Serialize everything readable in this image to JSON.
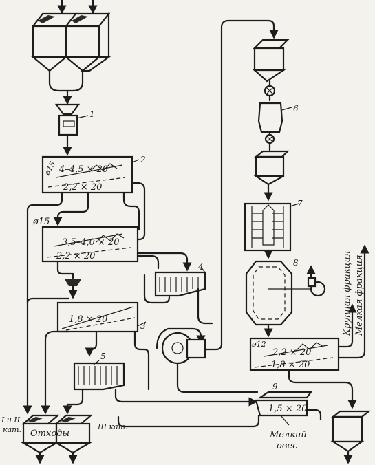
{
  "numbers": {
    "n1": "1",
    "n2": "2",
    "n3": "3",
    "n4": "4",
    "n5": "5",
    "n6": "6",
    "n7": "7",
    "n8": "8",
    "n9": "9"
  },
  "sieves": {
    "s2_diam": "ø15",
    "s2_top": "4–4,5 × 20",
    "s2_bottom": "2,2 × 20",
    "s_mid_diam": "ø15",
    "s_mid_top": "3,5–4,0 × 20",
    "s_mid_bottom": "2,2 × 20",
    "s3": "1,8 × 20",
    "s_right_diam": "ø12",
    "s_right_top": "2,2 × 20",
    "s_right_bottom": "1,8 × 20",
    "s9": "1,5 × 20"
  },
  "labels": {
    "waste": "Отходы",
    "cat12_line1": "I и II",
    "cat12_line2": "кат.",
    "cat3": "III кат.",
    "fine_oats_1": "Мелкий",
    "fine_oats_2": "овес",
    "coarse_fraction": "Крупная фракция",
    "fine_fraction": "Мелкая фракция"
  }
}
